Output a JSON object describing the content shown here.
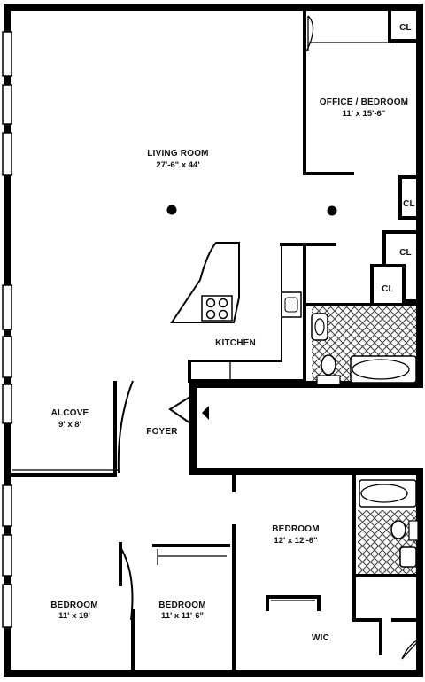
{
  "rooms": {
    "living": {
      "name": "LIVING ROOM",
      "dims": "27'-6\" x 44'"
    },
    "office": {
      "name": "OFFICE / BEDROOM",
      "dims": "11' x 15'-6\""
    },
    "kitchen": {
      "name": "KITCHEN"
    },
    "alcove": {
      "name": "ALCOVE",
      "dims": "9' x 8'"
    },
    "foyer": {
      "name": "FOYER"
    },
    "bedroom_main": {
      "name": "BEDROOM",
      "dims": "12' x 12'-6\""
    },
    "bedroom_left": {
      "name": "BEDROOM",
      "dims": "11' x 19'"
    },
    "bedroom_mid": {
      "name": "BEDROOM",
      "dims": "11' x 11'-6\""
    },
    "wic": {
      "name": "WIC"
    }
  },
  "closets": [
    "CL",
    "CL",
    "CL",
    "CL"
  ]
}
